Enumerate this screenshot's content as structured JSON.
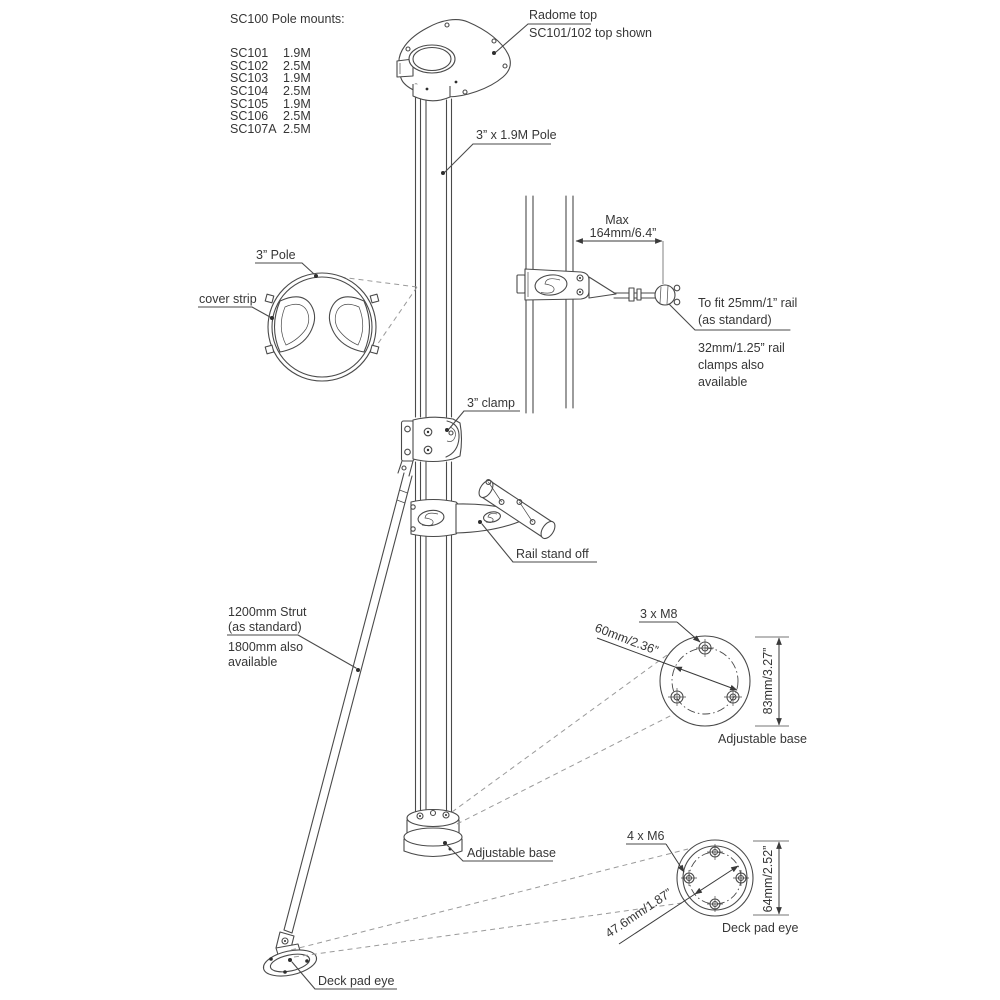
{
  "colors": {
    "line": "#4a4a4a",
    "text": "#363636",
    "dash": "#9a9a9a",
    "background": "#ffffff"
  },
  "parts_list": {
    "title": "SC100 Pole mounts:",
    "rows": [
      {
        "model": "SC101",
        "length": "1.9M"
      },
      {
        "model": "SC102",
        "length": "2.5M"
      },
      {
        "model": "SC103",
        "length": "1.9M"
      },
      {
        "model": "SC104",
        "length": "2.5M"
      },
      {
        "model": "SC105",
        "length": "1.9M"
      },
      {
        "model": "SC106",
        "length": "2.5M"
      },
      {
        "model": "SC107A",
        "length": "2.5M"
      }
    ]
  },
  "callouts": {
    "radome_top": "Radome top",
    "radome_top_sub": "SC101/102 top shown",
    "pole": "3” x 1.9M Pole",
    "pole_section": "3” Pole",
    "cover_strip": "cover strip",
    "clamp": "3” clamp",
    "rail_stand_off": "Rail stand off",
    "strut_line1": "1200mm Strut",
    "strut_line2": "(as standard)",
    "strut_line3": "1800mm also",
    "strut_line4": "available",
    "adjustable_base": "Adjustable base",
    "deck_pad_eye": "Deck pad eye"
  },
  "rail_clamp_detail": {
    "max_label": "Max",
    "max_value": "164mm/6.4”",
    "fit_line1": "To fit 25mm/1” rail",
    "fit_line2": "(as standard)",
    "alt_line1": "32mm/1.25” rail",
    "alt_line2": "clamps also",
    "alt_line3": "available"
  },
  "adjustable_base_detail": {
    "bolts": "3 x M8",
    "pitch_circle": "60mm/2.36”",
    "height": "83mm/3.27”",
    "caption": "Adjustable base"
  },
  "deck_pad_eye_detail": {
    "bolts": "4 x M6",
    "pitch_circle": "47.6mm/1.87”",
    "height": "64mm/2.52”",
    "caption": "Deck pad eye"
  }
}
